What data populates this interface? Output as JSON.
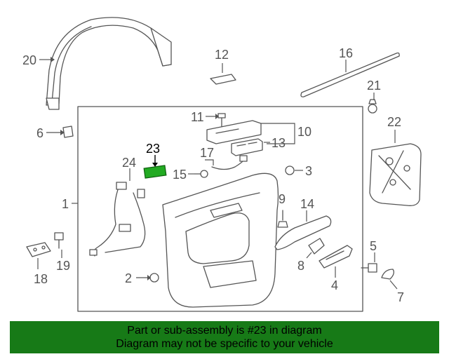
{
  "diagram": {
    "callouts": {
      "c1": "1",
      "c2": "2",
      "c3": "3",
      "c4": "4",
      "c5": "5",
      "c6": "6",
      "c7": "7",
      "c8": "8",
      "c9": "9",
      "c10": "10",
      "c11": "11",
      "c12": "12",
      "c13": "13",
      "c14": "14",
      "c15": "15",
      "c16": "16",
      "c17": "17",
      "c18": "18",
      "c19": "19",
      "c20": "20",
      "c21": "21",
      "c22": "22",
      "c23": "23",
      "c24": "24"
    },
    "highlight_part": "23",
    "colors": {
      "line": "#555555",
      "highlight_part": "#22aa22",
      "banner": "#177a17"
    }
  },
  "banner": {
    "line1": "Part or sub-assembly is #23 in diagram",
    "line2": "Diagram may not be specific to your vehicle"
  }
}
